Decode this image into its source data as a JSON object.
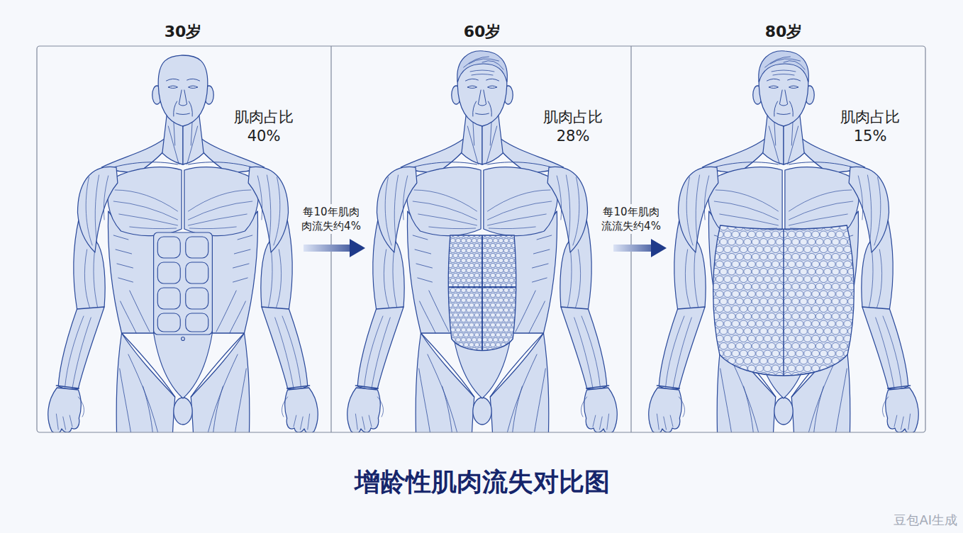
{
  "diagram": {
    "title": "增龄性肌肉流失对比图",
    "nodes": [
      {
        "text": [
          "30岁",
          "肌肉占比 40%"
        ]
      },
      {
        "text": [
          "60岁",
          "肌肉占比 28%"
        ]
      },
      {
        "text": [
          "80岁",
          "肌肉占比 15%"
        ]
      }
    ],
    "edges": [
      {
        "from": 0,
        "to": 1,
        "arrow": "to",
        "label": "每10年肌肉 肉流失约4%"
      },
      {
        "from": 1,
        "to": 2,
        "arrow": "to",
        "label": "每10年肌肉 流流失约4%"
      }
    ],
    "labels": [
      "豆包AI生成"
    ]
  }
}
